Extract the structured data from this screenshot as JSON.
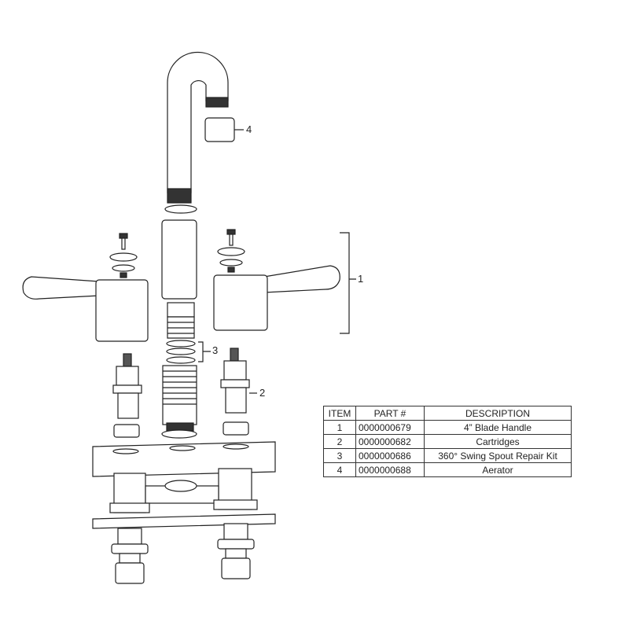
{
  "callouts": {
    "c1": "1",
    "c2": "2",
    "c3": "3",
    "c4": "4"
  },
  "table": {
    "headers": [
      "ITEM",
      "PART #",
      "DESCRIPTION"
    ],
    "rows": [
      {
        "item": "1",
        "part": "0000000679",
        "description": "4” Blade Handle"
      },
      {
        "item": "2",
        "part": "0000000682",
        "description": "Cartridges"
      },
      {
        "item": "3",
        "part": "0000000686",
        "description": "360° Swing Spout Repair Kit"
      },
      {
        "item": "4",
        "part": "0000000688",
        "description": "Aerator"
      }
    ]
  }
}
